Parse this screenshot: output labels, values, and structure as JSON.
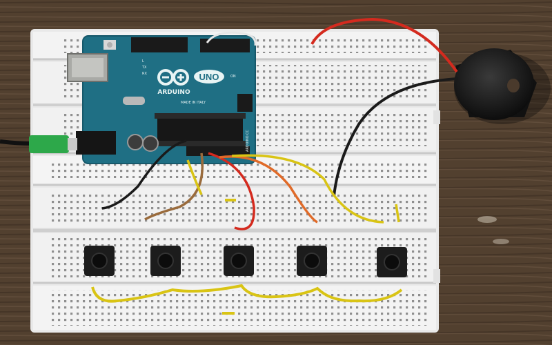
{
  "board": {
    "brand": "ARDUINO",
    "model": "UNO",
    "origin_text": "MADE IN ITALY",
    "vertical_text": "ARDUINO.CC",
    "led_labels": [
      "TX",
      "RX",
      "L",
      "ON"
    ]
  },
  "colors": {
    "table": "#5a4634",
    "breadboard": "#efefef",
    "arduino_pcb": "#1f6f84",
    "wire_red": "#d42a1e",
    "wire_black": "#1a1a1a",
    "wire_yellow": "#d9c414",
    "wire_brown": "#9a6b3c",
    "wire_orange": "#e06a28",
    "power_jack": "#2da84a",
    "buzzer": "#141414"
  },
  "components": {
    "push_button_count": 5,
    "icons": [
      "arduino-logo-icon",
      "buzzer-icon",
      "push-button-icon"
    ]
  }
}
